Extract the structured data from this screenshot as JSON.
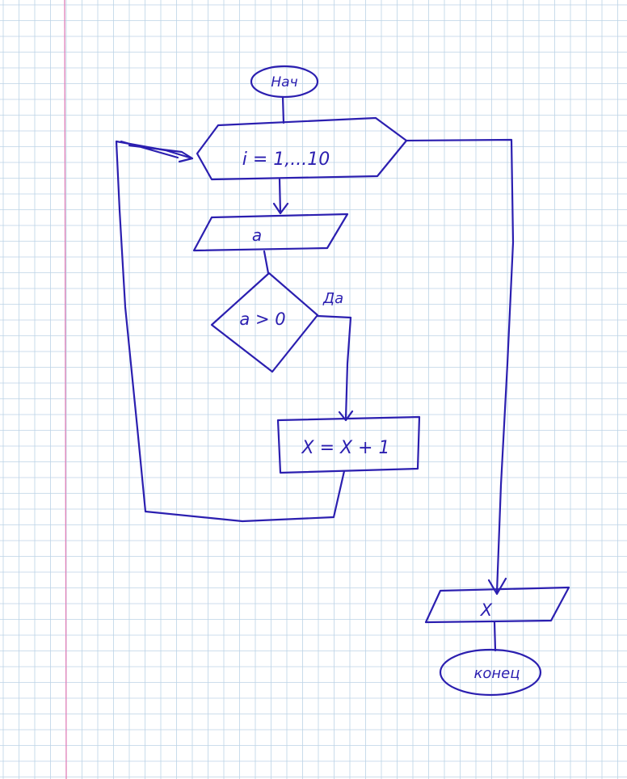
{
  "colors": {
    "ink": "#2b1fb0",
    "grid": "#bcd3e6",
    "margin_line": "#e07fb8",
    "paper": "#ffffff"
  },
  "flowchart": {
    "start_label": "Нач",
    "loop_label": "i = 1,...10",
    "input_label": "a",
    "condition_label": "a > 0",
    "yes_label": "Да",
    "process_label": "X = X + 1",
    "output_label": "X",
    "end_label": "конец"
  }
}
